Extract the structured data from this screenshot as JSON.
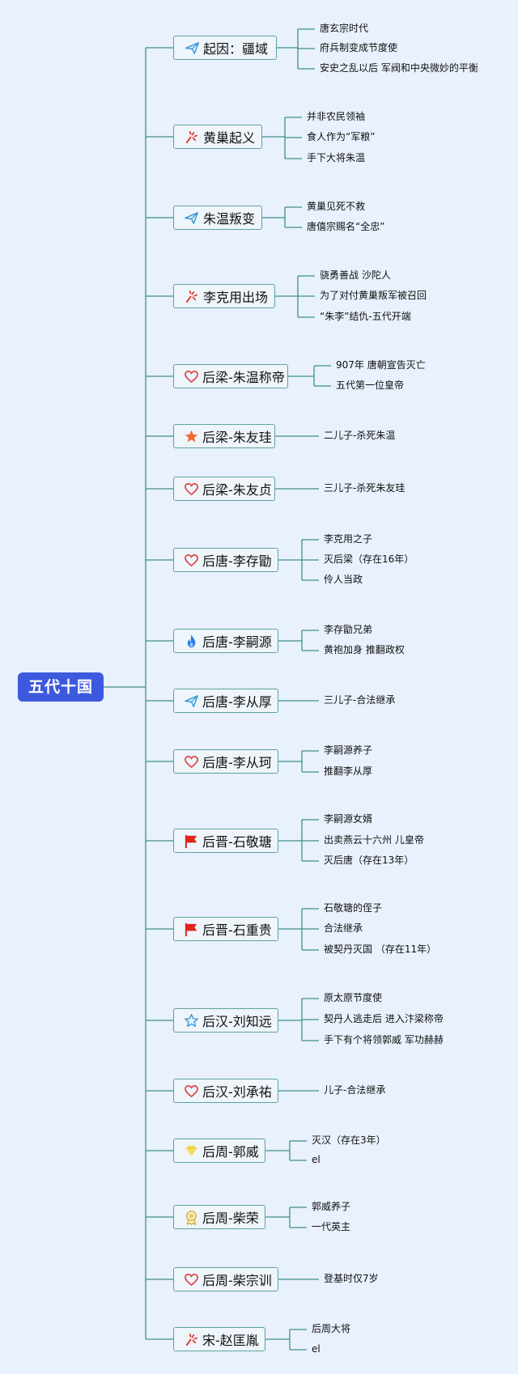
{
  "root": {
    "label": "五代十国"
  },
  "topics": [
    {
      "label": "起因：疆域",
      "icon": "paper-plane-icon",
      "items": [
        "唐玄宗时代",
        "府兵制变成节度使",
        "安史之乱以后 军阀和中央微妙的平衡"
      ]
    },
    {
      "label": "黄巢起义",
      "icon": "fireworks-icon",
      "items": [
        "并非农民领袖",
        "食人作为“军粮”",
        "手下大将朱温"
      ]
    },
    {
      "label": "朱温叛变",
      "icon": "paper-plane-icon",
      "items": [
        "黄巢见死不救",
        "唐僖宗赐名“全忠”"
      ]
    },
    {
      "label": "李克用出场",
      "icon": "fireworks-icon",
      "items": [
        "骁勇善战 沙陀人",
        "为了对付黄巢叛军被召回",
        "“朱李”结仇-五代开端"
      ]
    },
    {
      "label": "后梁-朱温称帝",
      "icon": "heart-icon",
      "items": [
        "907年 唐朝宣告灭亡",
        "五代第一位皇帝"
      ]
    },
    {
      "label": "后梁-朱友珪",
      "icon": "star-filled-icon",
      "items": [
        "二儿子-杀死朱温"
      ]
    },
    {
      "label": "后梁-朱友贞",
      "icon": "heart-icon",
      "items": [
        "三儿子-杀死朱友珪"
      ]
    },
    {
      "label": "后唐-李存勖",
      "icon": "heart-icon",
      "items": [
        "李克用之子",
        "灭后梁（存在16年）",
        "伶人当政"
      ]
    },
    {
      "label": "后唐-李嗣源",
      "icon": "fire-icon",
      "items": [
        "李存勖兄弟",
        "黄袍加身 推翻政权"
      ]
    },
    {
      "label": "后唐-李从厚",
      "icon": "paper-plane-icon",
      "items": [
        "三儿子-合法继承"
      ]
    },
    {
      "label": "后唐-李从珂",
      "icon": "heart-icon",
      "items": [
        "李嗣源养子",
        "推翻李从厚"
      ]
    },
    {
      "label": "后晋-石敬瑭",
      "icon": "flag-icon",
      "items": [
        "李嗣源女婿",
        "出卖燕云十六州 儿皇帝",
        "灭后唐（存在13年）"
      ]
    },
    {
      "label": "后晋-石重贵",
      "icon": "flag-icon",
      "items": [
        "石敬瑭的侄子",
        "合法继承",
        "被契丹灭国 （存在11年）"
      ]
    },
    {
      "label": "后汉-刘知远",
      "icon": "star-outline-icon",
      "items": [
        "原太原节度使",
        "契丹人逃走后 进入汴梁称帝",
        "手下有个将领郭威 军功赫赫"
      ]
    },
    {
      "label": "后汉-刘承祐",
      "icon": "heart-icon",
      "items": [
        "儿子-合法继承"
      ]
    },
    {
      "label": "后周-郭威",
      "icon": "gem-icon",
      "items": [
        "灭汉（存在3年）",
        "el"
      ]
    },
    {
      "label": "后周-柴荣",
      "icon": "medal-icon",
      "items": [
        "郭威养子",
        "一代英主"
      ]
    },
    {
      "label": "后周-柴宗训",
      "icon": "heart-icon",
      "items": [
        "登基时仅7岁"
      ]
    },
    {
      "label": "宋-赵匡胤",
      "icon": "fireworks-icon",
      "items": [
        "后周大将",
        "el"
      ]
    }
  ],
  "colors": {
    "root": "#3d5ade",
    "line": "#3f8f88",
    "background": "#e8f1fd",
    "topic_border": "#5ea39d"
  }
}
